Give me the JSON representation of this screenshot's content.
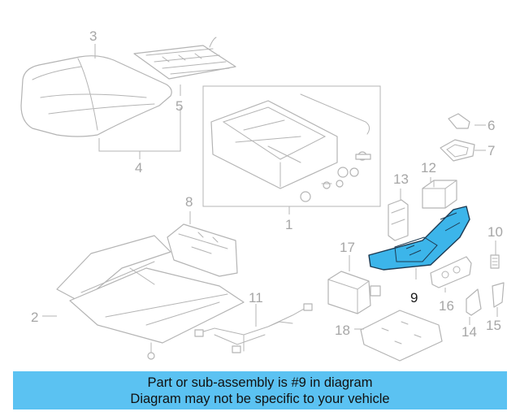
{
  "diagram": {
    "highlight_color": "#3cb5ea",
    "part_color": "#b4b4b4",
    "callouts": [
      {
        "id": "1",
        "label": "1"
      },
      {
        "id": "2",
        "label": "2"
      },
      {
        "id": "3",
        "label": "3"
      },
      {
        "id": "4",
        "label": "4"
      },
      {
        "id": "5",
        "label": "5"
      },
      {
        "id": "6",
        "label": "6"
      },
      {
        "id": "7",
        "label": "7"
      },
      {
        "id": "8",
        "label": "8"
      },
      {
        "id": "9",
        "label": "9",
        "highlighted": true
      },
      {
        "id": "10",
        "label": "10"
      },
      {
        "id": "11",
        "label": "11"
      },
      {
        "id": "12",
        "label": "12"
      },
      {
        "id": "13",
        "label": "13"
      },
      {
        "id": "14",
        "label": "14"
      },
      {
        "id": "15",
        "label": "15"
      },
      {
        "id": "16",
        "label": "16"
      },
      {
        "id": "17",
        "label": "17"
      },
      {
        "id": "18",
        "label": "18"
      }
    ]
  },
  "banner": {
    "color": "#5bc2f2",
    "line1": "Part or sub-assembly is #9 in diagram",
    "line2": "Diagram may not be specific to your vehicle"
  }
}
